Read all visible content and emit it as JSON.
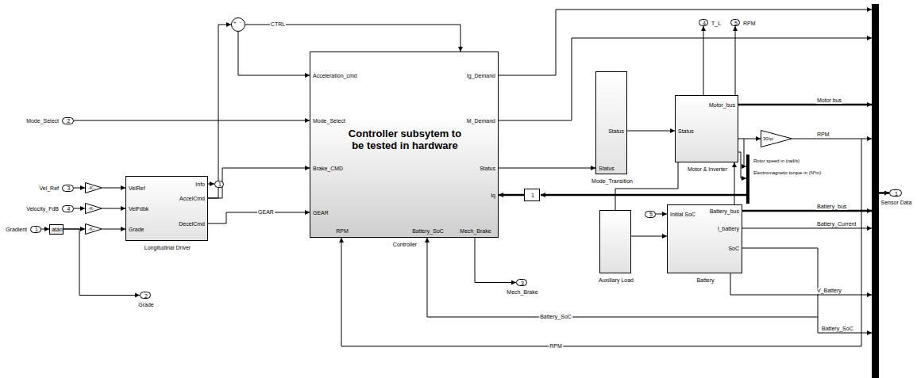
{
  "diagram": {
    "nodes": [
      {
        "text": [
          "2",
          "Mode_Select"
        ]
      },
      {
        "text": [
          "3",
          "Vel_Ref"
        ]
      },
      {
        "text": [
          "4",
          "Velocity_FdB"
        ]
      },
      {
        "text": [
          "1",
          "Gradient"
        ]
      },
      {
        "text": [
          "atan"
        ]
      },
      {
        "text": [
          "-K-"
        ]
      },
      {
        "text": [
          "-K-"
        ]
      },
      {
        "text": [
          "-K-"
        ]
      },
      {
        "text": [
          "VelRef",
          "VelFdbk",
          "Grade",
          "Info",
          "AccelCmd",
          "DecelCmd",
          "Longitudinal Driver"
        ]
      },
      {
        "text": [
          "1"
        ]
      },
      {
        "text": [
          "2",
          "Grade"
        ]
      },
      {
        "text": [
          "+",
          "-"
        ]
      },
      {
        "text": [
          "Controller subsytem to be tested in hardware",
          "Acceleration_cmd",
          "Mode_Select",
          "Brake_CMD",
          "GEAR",
          "Ig_Demand",
          "M_Demand",
          "Status",
          "Iq",
          "RPM",
          "Battery_SoC",
          "Mech_Brake",
          "Controller"
        ]
      },
      {
        "text": [
          "3",
          "Mech_Brake"
        ]
      },
      {
        "text": [
          "1"
        ]
      },
      {
        "text": [
          "Status",
          "Status",
          "Mode_Transition"
        ]
      },
      {
        "text": [
          "Status",
          "Motor_bus",
          "Motor & Inverter"
        ]
      },
      {
        "text": [
          "4",
          "T_L"
        ]
      },
      {
        "text": [
          "5",
          "RPM"
        ]
      },
      {
        "text": [
          "30/pi"
        ]
      },
      {
        "text": [
          "Auxiliary Load"
        ]
      },
      {
        "text": [
          "5"
        ]
      },
      {
        "text": [
          "Initial SoC",
          "Battery_bus",
          "I_battery",
          "SoC",
          "Battery"
        ]
      },
      {
        "text": [
          "1",
          "Sensor Data"
        ]
      }
    ],
    "edges": [
      {
        "from": 1,
        "to": 5,
        "arrow": "to"
      },
      {
        "from": 2,
        "to": 6,
        "arrow": "to"
      },
      {
        "from": 3,
        "to": 4,
        "arrow": "to"
      },
      {
        "from": 4,
        "to": 7,
        "arrow": "to"
      },
      {
        "from": 5,
        "to": 8,
        "arrow": "to"
      },
      {
        "from": 6,
        "to": 8,
        "arrow": "to"
      },
      {
        "from": 7,
        "to": 8,
        "arrow": "to"
      },
      {
        "from": 4,
        "to": 10,
        "arrow": "to"
      },
      {
        "from": 8,
        "to": 9,
        "arrow": "to"
      },
      {
        "from": 8,
        "to": 11,
        "arrow": "to"
      },
      {
        "from": 8,
        "to": 12,
        "arrow": "to"
      },
      {
        "from": 8,
        "to": 12,
        "label": "GEAR",
        "arrow": "to"
      },
      {
        "from": 11,
        "to": 12,
        "arrow": "to"
      },
      {
        "from": 11,
        "to": 12,
        "label": "CTRL",
        "arrow": "to"
      },
      {
        "from": 0,
        "to": 12,
        "arrow": "to"
      },
      {
        "from": 12,
        "to": 15,
        "arrow": "to"
      },
      {
        "from": 15,
        "to": 16,
        "arrow": "to"
      },
      {
        "from": 12,
        "to": 13,
        "arrow": "to"
      },
      {
        "from": 14,
        "to": 12,
        "arrow": "to"
      },
      {
        "from": 16,
        "to": 19,
        "arrow": "to"
      },
      {
        "from": 16,
        "to": 17,
        "arrow": "to"
      },
      {
        "from": 16,
        "to": 18,
        "arrow": "to"
      },
      {
        "from": 16,
        "to": 20,
        "arrow": "none"
      },
      {
        "from": 22,
        "to": 16,
        "arrow": "to"
      },
      {
        "from": 20,
        "to": 22,
        "arrow": "to"
      },
      {
        "from": 21,
        "to": 22,
        "arrow": "to"
      },
      {
        "from": 22,
        "to": 12,
        "label": "Battery_SoC",
        "arrow": "to"
      },
      {
        "from": 19,
        "to": 12,
        "label": "RPM",
        "arrow": "to"
      }
    ],
    "labels": [
      "Motor bus",
      "RPM",
      "Battery_bus",
      "Battery_Current",
      "V_Battery",
      "Battery_SoC",
      "Rotor speed in (rad/s)",
      "Electromagnetic torque in (N*m)"
    ]
  }
}
